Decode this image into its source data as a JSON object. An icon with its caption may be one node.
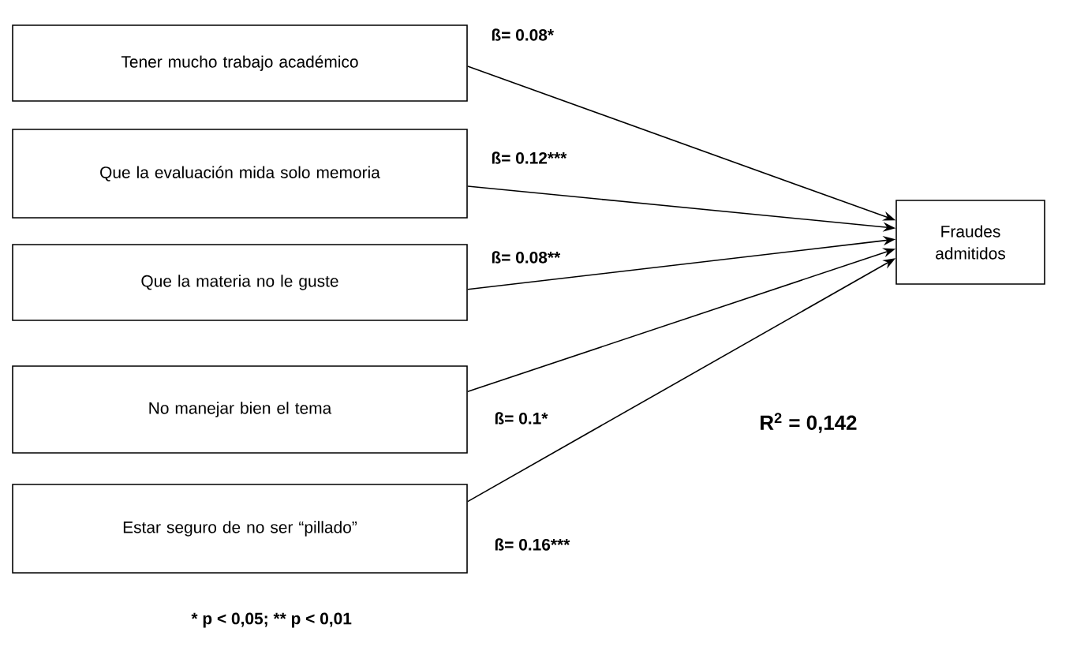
{
  "diagram": {
    "nodes": [
      {
        "text": [
          "Tener mucho trabajo académico"
        ]
      },
      {
        "text": [
          "Que la evaluación mida solo memoria"
        ]
      },
      {
        "text": [
          "Que la materia no le guste"
        ]
      },
      {
        "text": [
          "No manejar bien el tema"
        ]
      },
      {
        "text": [
          "Estar seguro de no ser “pillado”"
        ]
      },
      {
        "text": [
          "Fraudes admitidos"
        ]
      }
    ],
    "edges": [
      {
        "from": 0,
        "to": 5,
        "arrow": "to",
        "label": "ß= 0.08*"
      },
      {
        "from": 1,
        "to": 5,
        "arrow": "to",
        "label": "ß= 0.12***"
      },
      {
        "from": 2,
        "to": 5,
        "arrow": "to",
        "label": "ß= 0.08**"
      },
      {
        "from": 3,
        "to": 5,
        "arrow": "to",
        "label": "ß= 0.1*"
      },
      {
        "from": 4,
        "to": 5,
        "arrow": "to",
        "label": "ß= 0.16***"
      }
    ],
    "labels": [
      "R$^{2}$ = 0,142",
      "* p < 0,05; ** p < 0,01"
    ]
  }
}
